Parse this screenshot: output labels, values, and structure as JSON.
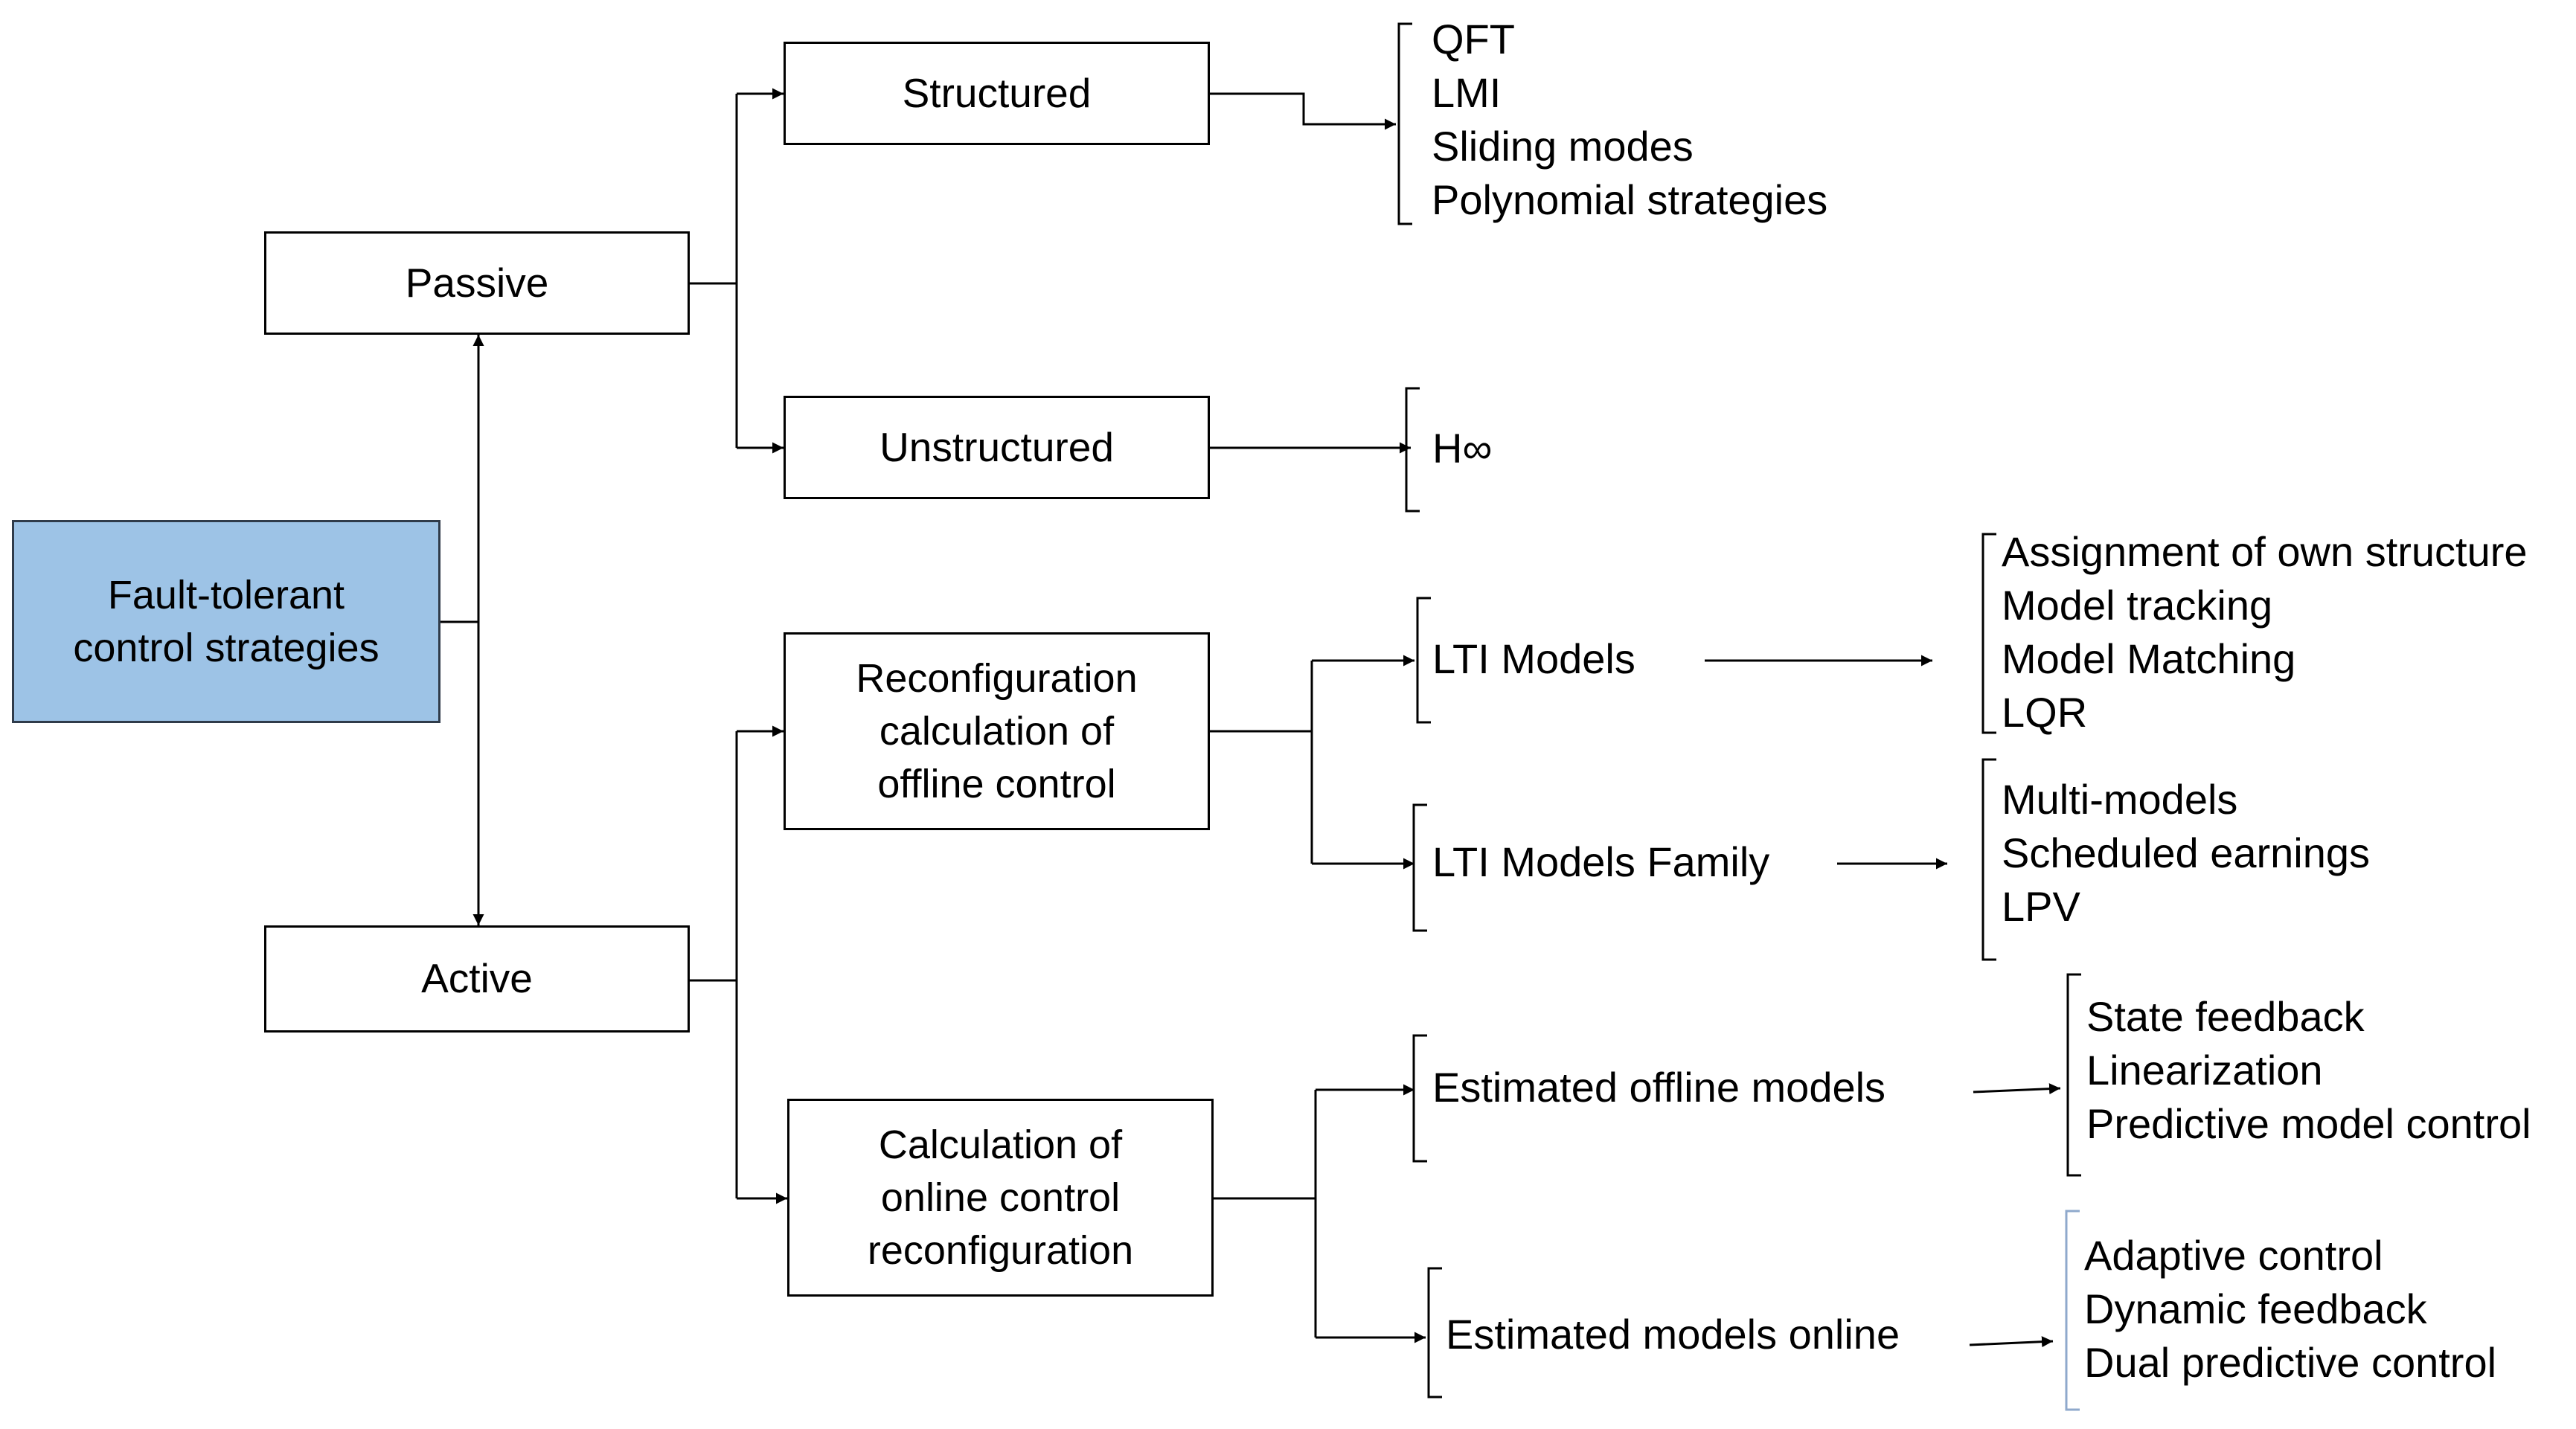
{
  "root": {
    "label": "Fault-tolerant\ncontrol strategies",
    "fill": "#9dc3e6"
  },
  "branches": {
    "passive": {
      "label": "Passive"
    },
    "active": {
      "label": "Active"
    }
  },
  "subcategories": {
    "structured": {
      "label": "Structured"
    },
    "unstructured": {
      "label": "Unstructured"
    },
    "offline_reconfig": {
      "label": "Reconfiguration\ncalculation of\noffline control"
    },
    "online_reconfig": {
      "label": "Calculation of\nonline control\nreconfiguration"
    }
  },
  "models": {
    "lti": {
      "label": "LTI Models"
    },
    "lti_family": {
      "label": "LTI Models Family"
    },
    "offline_est": {
      "label": "Estimated offline models"
    },
    "online_est": {
      "label": "Estimated models online"
    }
  },
  "methods": {
    "structured": [
      "QFT",
      "LMI",
      "Sliding modes",
      "Polynomial strategies"
    ],
    "unstructured": [
      "H∞"
    ],
    "lti": [
      "Assignment of own structure",
      "Model tracking",
      "Model Matching",
      "LQR"
    ],
    "lti_family": [
      "Multi-models",
      "Scheduled earnings",
      "LPV"
    ],
    "offline_est": [
      "State feedback",
      "Linearization",
      "Predictive model control"
    ],
    "online_est": [
      "Adaptive control",
      "Dynamic feedback",
      "Dual predictive control"
    ]
  }
}
